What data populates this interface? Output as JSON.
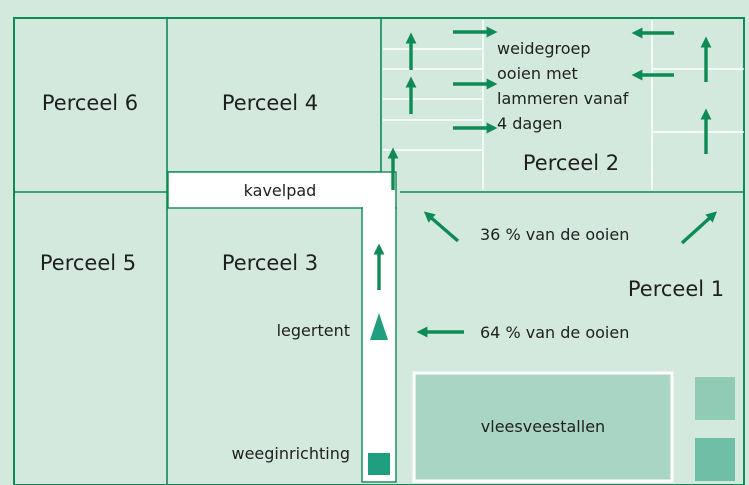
{
  "colors": {
    "background": "#d3e9de",
    "field": "#d3e9de",
    "line": "#0e8a55",
    "arrow": "#0e8a55",
    "stable_fill": "#a9d5c5",
    "box_light": "#8fcbb5",
    "box_dark": "#6ebfa6",
    "marker": "#1f9e80"
  },
  "parcels": {
    "p6": "Perceel 6",
    "p4": "Perceel 4",
    "p2": "Perceel 2",
    "p5": "Perceel 5",
    "p3": "Perceel 3",
    "p1": "Perceel 1"
  },
  "labels": {
    "kavelpad": "kavelpad",
    "group": [
      "weidegroep",
      "ooien met",
      "lammeren vanaf",
      "4 dagen"
    ],
    "pct36": "36 % van de ooien",
    "pct64": "64 % van de ooien",
    "legertent": "legertent",
    "weeginrichting": "weeginrichting",
    "vleesveestallen": "vleesveestallen"
  }
}
